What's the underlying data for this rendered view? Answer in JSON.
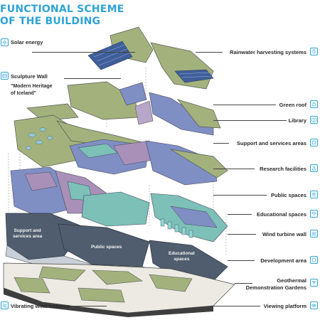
{
  "title": {
    "line1": "FUNCTIONAL SCHEME",
    "line2": "OF THE BUILDING"
  },
  "legend_left": {
    "solar": "Solar energy",
    "sculpture": "Sculpture Wall",
    "sculpture_note_1": "\"Modern Heritage",
    "sculpture_note_2": "of Iceland\"",
    "vibrating": "Vibrating wind turbines"
  },
  "legend_right": {
    "rainwater": "Rainwater harvesting systems",
    "green_roof": "Green roof",
    "library": "Library",
    "support": "Support and services areas",
    "research": "Research facilities",
    "public": "Public spaces",
    "educational": "Educational spaces",
    "wind_wall": "Wind turbine wall",
    "development": "Development area",
    "geothermal_1": "Geothermal",
    "geothermal_2": "Demonstration Gardens",
    "viewing": "Viewing platform"
  },
  "plan_labels": {
    "support_1": "Support and",
    "support_2": "services area",
    "public": "Public spaces",
    "educational_1": "Educational",
    "educational_2": "spaces"
  },
  "colors": {
    "accent": "#2fa3d6",
    "green": "#a3b27c",
    "blue": "#7f8fc4",
    "purple": "#a990b8",
    "teal": "#7cc0b8",
    "dark_slab": "#4f5d6e"
  }
}
